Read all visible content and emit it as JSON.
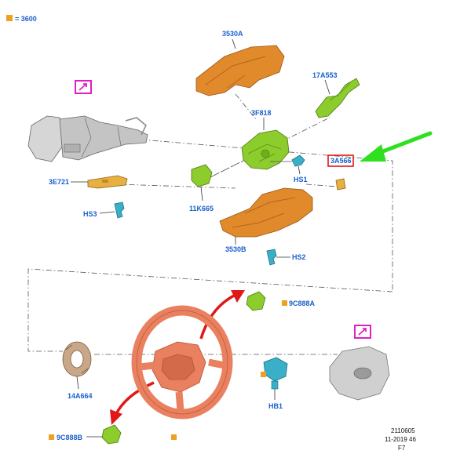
{
  "legend": {
    "text": "= 3600",
    "color": "#f0a020"
  },
  "labels": {
    "p3530a": "3530A",
    "p17a553": "17A553",
    "p3f818": "3F818",
    "p3a566": "3A566",
    "p3e721": "3E721",
    "phs1": "HS1",
    "phs3": "HS3",
    "p11k665": "11K665",
    "p3530b": "3530B",
    "phs2": "HS2",
    "p9c888a": "9C888A",
    "p14a664": "14A664",
    "phb1": "HB1",
    "p9c888b": "9C888B"
  },
  "footer": {
    "line1": "2110605",
    "line2": "11-2019 46",
    "line3": "F7"
  },
  "colors": {
    "label": "#1a5fcc",
    "orange": "#e08a2c",
    "green": "#8ccc2c",
    "teal": "#3ab0c8",
    "wheel": "#e9805f",
    "gray": "#c8c8c8",
    "magenta": "#e020c0",
    "highlight_red": "#e01818",
    "pointer_green": "#30e020",
    "arrow_red": "#e01818"
  }
}
